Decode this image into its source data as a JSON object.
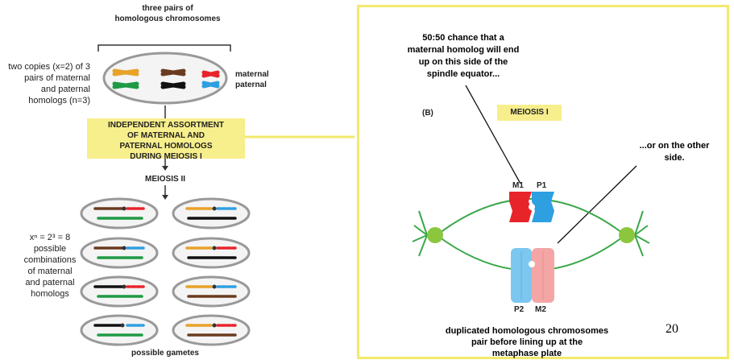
{
  "left": {
    "top_label_line1": "three pairs of",
    "top_label_line2": "homologous chromosomes",
    "maternal": "maternal",
    "paternal": "paternal",
    "copies_line1": "two copies (x=2) of 3",
    "copies_line2": "pairs of maternal",
    "copies_line3": "and paternal",
    "copies_line4": "homologs (n=3)",
    "assort_line1": "INDEPENDENT ASSORTMENT",
    "assort_line2": "OF MATERNAL AND",
    "assort_line3": "PATERNAL HOMOLOGS",
    "assort_line4": "DURING MEIOSIS I",
    "meiosis2": "MEIOSIS II",
    "combo_line1": "xⁿ = 2³ = 8",
    "combo_line2": "possible",
    "combo_line3": "combinations",
    "combo_line4": "of maternal",
    "combo_line5": "and paternal",
    "combo_line6": "homologs",
    "gametes": "possible gametes"
  },
  "right": {
    "chance_line1": "50:50 chance that a",
    "chance_line2": "maternal homolog will end",
    "chance_line3": "up on this side of the",
    "chance_line4": "spindle equator...",
    "panel_b": "(B)",
    "meiosis1": "MEIOSIS I",
    "other_line1": "...or on the other",
    "other_line2": "side.",
    "m1": "M1",
    "p1": "P1",
    "p2": "P2",
    "m2": "M2",
    "caption_line1": "duplicated homologous chromosomes",
    "caption_line2": "pair before lining up at the",
    "caption_line3": "metaphase plate",
    "page_number": "20"
  },
  "colors": {
    "highlight_yellow": "#f7ee8c",
    "panel_border": "#f2ea6b",
    "spindle_green": "#3aa84a",
    "maternal_red": "#e8242b",
    "paternal_blue": "#2e9fe0",
    "pale_blue": "#7cc7f0",
    "pale_pink": "#f4a6a6"
  }
}
